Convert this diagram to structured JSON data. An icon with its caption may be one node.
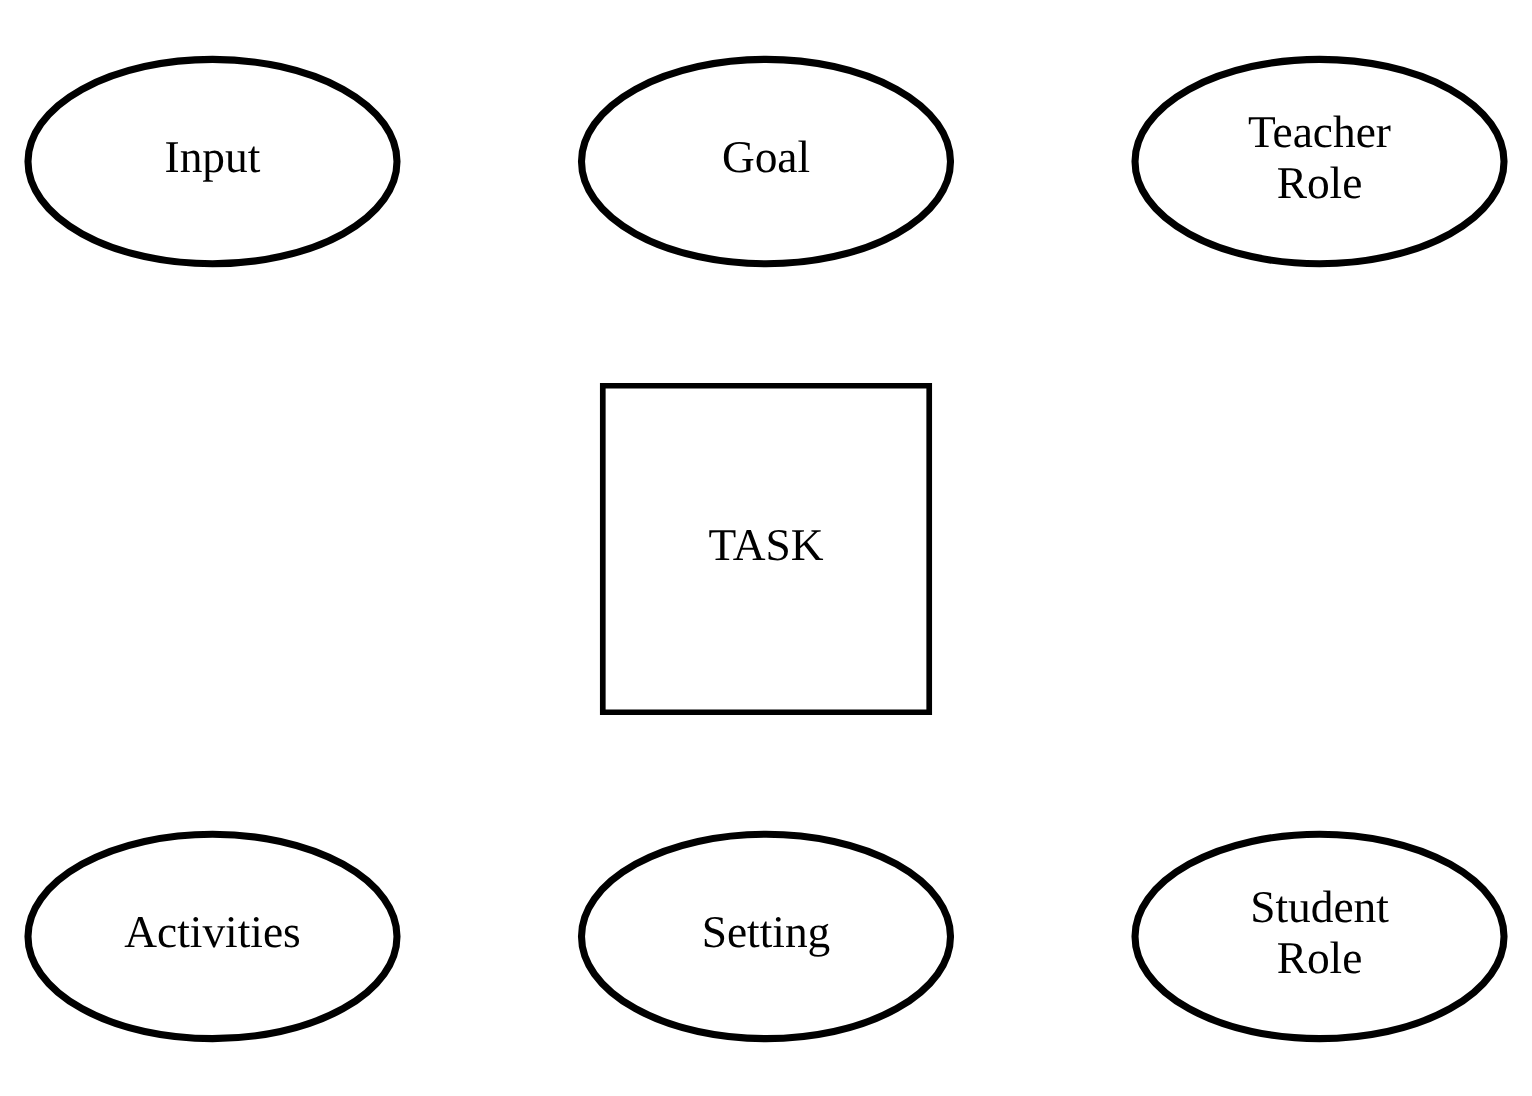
{
  "diagram": {
    "nodes": [
      {
        "text": [
          "Goal"
        ]
      },
      {
        "text": [
          "Input"
        ]
      },
      {
        "text": [
          "Teacher Role"
        ]
      },
      {
        "text": [
          "TASK"
        ]
      },
      {
        "text": [
          "Activities"
        ]
      },
      {
        "text": [
          "Student Role"
        ]
      },
      {
        "text": [
          "Setting"
        ]
      }
    ]
  }
}
